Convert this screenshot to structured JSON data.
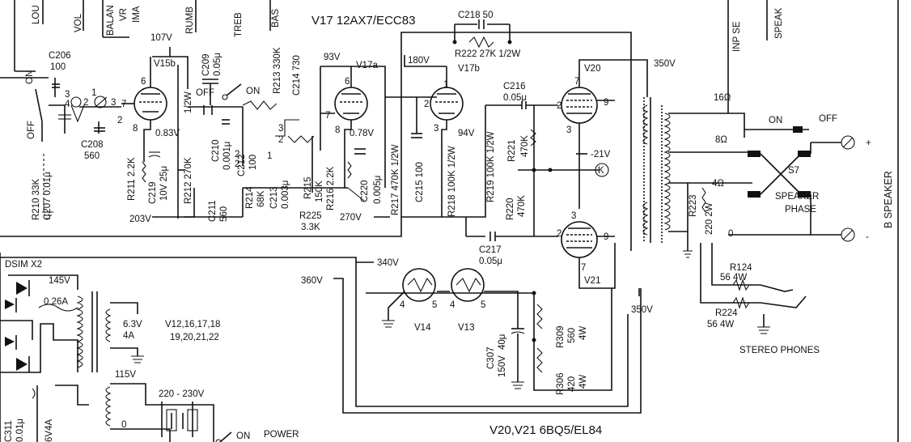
{
  "tube_headers": {
    "v17": "V17 12AX7/ECC83",
    "v20_v21": "V20,V21 6BQ5/EL84"
  },
  "controls_top": [
    "LOU",
    "VOL",
    "BALAN",
    "VR",
    "IMA",
    "RUMB",
    "TREB",
    "BAS",
    "INP SE",
    "SPEAK"
  ],
  "tubes": {
    "v15b": "V15b",
    "v17a": "V17a",
    "v17b": "V17b",
    "v20": "V20",
    "v21": "V21",
    "v14": "V14",
    "v13": "V13"
  },
  "voltages": {
    "v107": "107V",
    "v93": "93V",
    "v180": "180V",
    "v350a": "350V",
    "v083": "0.83V",
    "v078": "0.78V",
    "v94": "94V",
    "v21neg": "-21V",
    "v203": "203V",
    "v270": "270V",
    "v340": "340V",
    "v360": "360V",
    "v145": "145V",
    "v115": "115V",
    "v350b": "350V"
  },
  "components": {
    "c206": "C206",
    "c206v": "100",
    "on_sw": "ON",
    "off_sw": "OFF",
    "r210": "R210 33K",
    "c207": "C207 0.01μ",
    "c208": "C208",
    "c208v": "560",
    "r211": "R211 2.2K",
    "c219": "C219",
    "c219v": "10V 25μ",
    "r212": "R212 270K",
    "half_w": "1/2W",
    "c209": "C209",
    "c209v": "0.05μ",
    "off2": "OFF",
    "on2": "ON",
    "c210": "C210",
    "c211": "C211",
    "c211v": "560",
    "c210v": "0.001μ",
    "c212": "C212",
    "c212v": "100",
    "r213": "R213 330K",
    "c214": "C214 730",
    "r214": "R214",
    "r214v": "68K",
    "c213": "C213",
    "c213v": "0.003μ",
    "r215": "R215",
    "r215v": "150K",
    "r216": "R216 2.2K",
    "c220": "C220",
    "c220v": "0.005μ",
    "r225": "R225",
    "r225v": "3.3K",
    "r217": "R217 470K 1/2W",
    "c215": "C215 100",
    "r218": "R218 100K 1/2W",
    "r219": "R219 100K 1/2W",
    "c218": "C218 50",
    "r222": "R222 27K 1/2W",
    "c216": "C216",
    "c216v": "0.05μ",
    "r221": "R221",
    "r221v": "470K",
    "r220": "R220",
    "r220v": "470K",
    "c217": "C217",
    "c217v": "0.05μ",
    "k": "K",
    "tap16": "16Ω",
    "tap8": "8Ω",
    "tap4": "4Ω",
    "tap0": "0",
    "r223": "R223",
    "r223v": "220 2W",
    "on3": "ON",
    "off3": "OFF",
    "s7": "S7",
    "speaker_phase_1": "SPEAKER",
    "speaker_phase_2": "PHASE",
    "b_speaker": "B SPEAKER",
    "plus": "+",
    "minus": "-",
    "r124": "R124",
    "r124v": "56 4W",
    "r224": "R224",
    "r224v": "56 4W",
    "stereo_phones": "STEREO PHONES",
    "r309": "R309",
    "r309v": "560",
    "r309w": "4W",
    "r306": "R306",
    "r306v": "420",
    "r306w": "4W",
    "c307": "C307",
    "c307v": "40μ",
    "c307w": "150V",
    "pin4a": "4",
    "pin5a": "5",
    "pin4b": "4",
    "pin5b": "5",
    "dsim": "DSIM X2",
    "f026": "0.26A",
    "heater1": "6.3V",
    "heater2": "4A",
    "heater_tubes1": "V12,16,17,18",
    "heater_tubes2": "19,20,21,22",
    "c311": "C311",
    "c311v": "0.01μ",
    "f6v": "6V4A",
    "mains": "220 - 230V",
    "zero": "0",
    "on_power": "ON",
    "power": "POWER"
  },
  "pins": {
    "v15b_6": "6",
    "v15b_7": "7",
    "v15b_8": "8",
    "v17a_6": "6",
    "v17a_7": "7",
    "v17a_8": "8",
    "v17b_1": "1",
    "v17b_2": "2",
    "v17b_3": "3",
    "v20_7": "7",
    "v20_2": "2",
    "v20_9": "9",
    "v20_3": "3",
    "v21_3": "3",
    "v21_2": "2",
    "v21_9": "9",
    "v21_7": "7",
    "sw_1": "1",
    "sw_2": "2",
    "sw_3": "3",
    "sw_4": "4",
    "p2a": "2",
    "p3a": "3",
    "p2b": "2",
    "p3b": "3",
    "p1b": "1"
  }
}
